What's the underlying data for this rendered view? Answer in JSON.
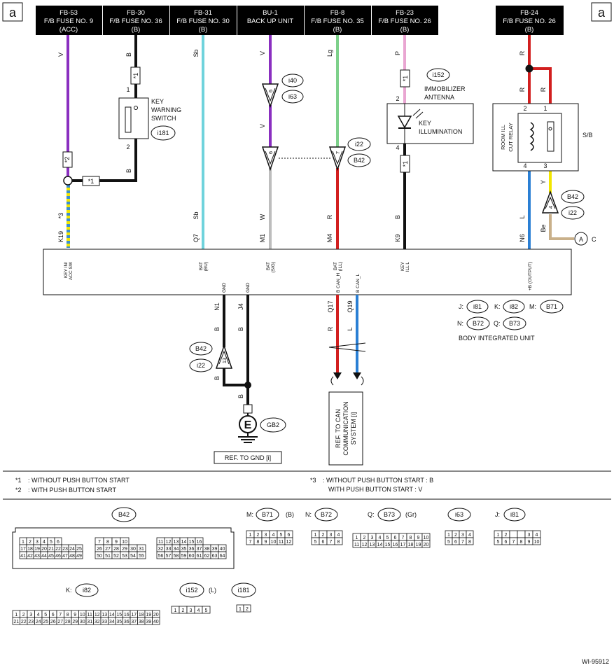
{
  "corner_label": "a",
  "fuses": [
    {
      "id": "FB-53",
      "line1": "F/B FUSE NO. 9",
      "line2": "(ACC)"
    },
    {
      "id": "FB-30",
      "line1": "F/B FUSE NO. 36",
      "line2": "(B)"
    },
    {
      "id": "FB-31",
      "line1": "F/B FUSE NO. 30",
      "line2": "(B)"
    },
    {
      "id": "BU-1",
      "line1": "BACK UP UNIT",
      "line2": ""
    },
    {
      "id": "FB-8",
      "line1": "F/B FUSE NO. 35",
      "line2": "(B)"
    },
    {
      "id": "FB-23",
      "line1": "F/B FUSE NO. 26",
      "line2": "(B)"
    },
    {
      "id": "FB-24",
      "line1": "F/B FUSE NO. 26",
      "line2": "(B)"
    }
  ],
  "wire_colors": {
    "V": "V",
    "B": "B",
    "Sb": "Sb",
    "Lg": "Lg",
    "P": "P",
    "R": "R",
    "W": "W",
    "Y": "Y",
    "L": "L",
    "Be": "Be"
  },
  "stroke_colors": {
    "violet": "#8a2fc0",
    "black": "#111111",
    "sky": "#6fd3dc",
    "lightgreen": "#7dd08a",
    "pink": "#e9a6d2",
    "red": "#d21f1f",
    "white": "#bdbdbd",
    "yellow": "#f2e600",
    "blue": "#2a7fd4",
    "beige": "#c9b08a",
    "stripe": "#3c8fd0"
  },
  "star1": "*1",
  "star2": "*2",
  "star3": "*3",
  "key_warning_switch": {
    "line1": "KEY",
    "line2": "WARNING",
    "line3": "SWITCH",
    "conn": "i181",
    "pin1": "1",
    "pin2": "2"
  },
  "immobilizer": {
    "conn": "i152",
    "line1": "IMMOBILIZER",
    "line2": "ANTENNA",
    "key1": "KEY",
    "key2": "ILLUMINATION",
    "pin2": "2",
    "pin4": "4"
  },
  "relay": {
    "line1": "ROOM ILL",
    "line2": "CUT RELAY",
    "sb": "S/B",
    "pins": [
      "2",
      "1",
      "4",
      "3"
    ]
  },
  "joint_connectors": {
    "i40": "i40",
    "i63": "i63",
    "i22": "i22",
    "B42": "B42",
    "pin6a": "6",
    "pin6b": "6",
    "pin7": "7",
    "pin4": "4",
    "pin13": "13"
  },
  "terminals": [
    {
      "code": "K19",
      "label1": "KEY IN/",
      "label2": "ACC SW"
    },
    {
      "code": "Q7",
      "label1": "BAT",
      "label2": "(BU)"
    },
    {
      "code": "M1",
      "label1": "BAT",
      "label2": "(SIG)"
    },
    {
      "code": "M4",
      "label1": "BAT",
      "label2": "(ILL)"
    },
    {
      "code": "K9",
      "label1": "KEY",
      "label2": "ILL L"
    },
    {
      "code": "N6",
      "label1": "+B (OUTPUT)",
      "label2": ""
    }
  ],
  "lower_terminals": [
    {
      "code": "N1",
      "label": "GND"
    },
    {
      "code": "J4",
      "label": "GND"
    },
    {
      "code": "Q17",
      "label": "B CAN_H"
    },
    {
      "code": "Q19",
      "label": "B CAN_L"
    }
  ],
  "biu_legend": {
    "J": "J:",
    "Jc": "i81",
    "K": "K:",
    "Kc": "i82",
    "M": "M:",
    "Mc": "B71",
    "N": "N:",
    "Nc": "B72",
    "Q": "Q:",
    "Qc": "B73",
    "title": "BODY INTEGRATED UNIT"
  },
  "ground": {
    "conn": "GB2",
    "ref": "REF. TO GND [i]",
    "symbol": "E"
  },
  "can_ref": {
    "line1": "REF. TO CAN",
    "line2": "COMMUNICATION",
    "line3": "SYSTEM [i]"
  },
  "circle_a": {
    "letter": "A",
    "suffix": "C"
  },
  "notes": {
    "n1": ": WITHOUT PUSH BUTTON START",
    "n2": ": WITH PUSH BUTTON START",
    "n3a": ": WITHOUT PUSH BUTTON START  : B",
    "n3b": "WITH PUSH BUTTON START  : V"
  },
  "connector_views": {
    "B42": {
      "name": "B42"
    },
    "B71": {
      "prefix": "M:",
      "name": "B71",
      "color": "(B)"
    },
    "B72": {
      "prefix": "N:",
      "name": "B72"
    },
    "B73": {
      "prefix": "Q:",
      "name": "B73",
      "color": "(Gr)"
    },
    "i63": {
      "name": "i63"
    },
    "i81": {
      "prefix": "J:",
      "name": "i81"
    },
    "i82": {
      "prefix": "K:",
      "name": "i82"
    },
    "i152": {
      "name": "i152",
      "color": "(L)"
    },
    "i181": {
      "name": "i181"
    }
  },
  "figure_code": "WI-95912"
}
